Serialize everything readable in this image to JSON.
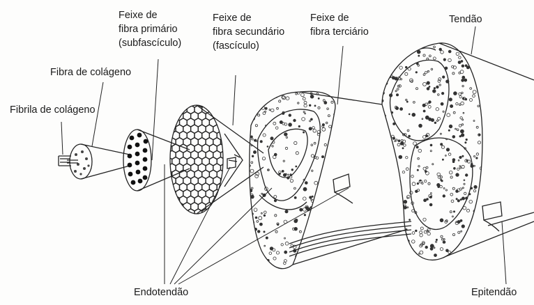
{
  "labels": {
    "fibrila": "Fibrila de colágeno",
    "fibra": "Fibra de colágeno",
    "primario": [
      "Feixe de",
      "fibra primário",
      "(subfascículo)"
    ],
    "secundario": [
      "Feixe de",
      "fibra secundário",
      "(fascículo)"
    ],
    "terciario": [
      "Feixe de",
      "fibra terciário"
    ],
    "tendao": "Tendão",
    "endotendao": "Endotendão",
    "epitendao": "Epitendão"
  },
  "colors": {
    "ink": "#222222",
    "paper": "#fdfdfc"
  }
}
